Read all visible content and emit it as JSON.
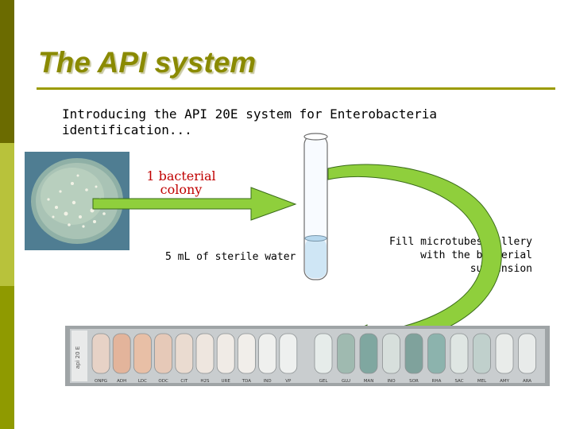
{
  "slide": {
    "title": "The API system",
    "intro": "Introducing the API 20E system for Enterobacteria identification...",
    "colony_label": "1 bacterial colony",
    "water_label": "5 mL of sterile water",
    "fill_label": "Fill microtubes gallery with the bacterial suspension"
  },
  "strip": {
    "brand": "api 20 E",
    "tests_left": [
      "ONPG",
      "ADH",
      "LDC",
      "ODC",
      "CIT",
      "H2S",
      "URE",
      "TDA",
      "IND",
      "VP"
    ],
    "tests_right": [
      "GEL",
      "GLU",
      "MAN",
      "INO",
      "SOR",
      "RHA",
      "SAC",
      "MEL",
      "AMY",
      "ARA"
    ]
  },
  "colors": {
    "sidebar_dark": "#6b6b00",
    "sidebar_mid": "#b8c23b",
    "sidebar_low": "#8f9a00",
    "title": "#8a8a00",
    "arrow": "#8fcf3c",
    "colony_label": "#c00000"
  }
}
